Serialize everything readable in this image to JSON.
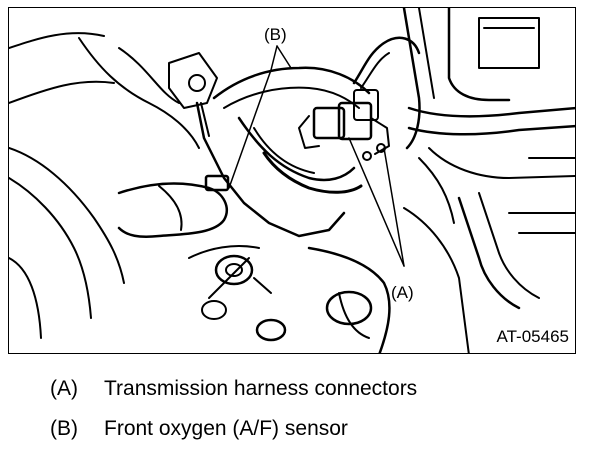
{
  "figure": {
    "callouts": {
      "b": "(B)",
      "a": "(A)"
    },
    "id": "AT-05465"
  },
  "legend": [
    {
      "key": "(A)",
      "text": "Transmission harness connectors"
    },
    {
      "key": "(B)",
      "text": "Front oxygen (A/F) sensor"
    }
  ]
}
